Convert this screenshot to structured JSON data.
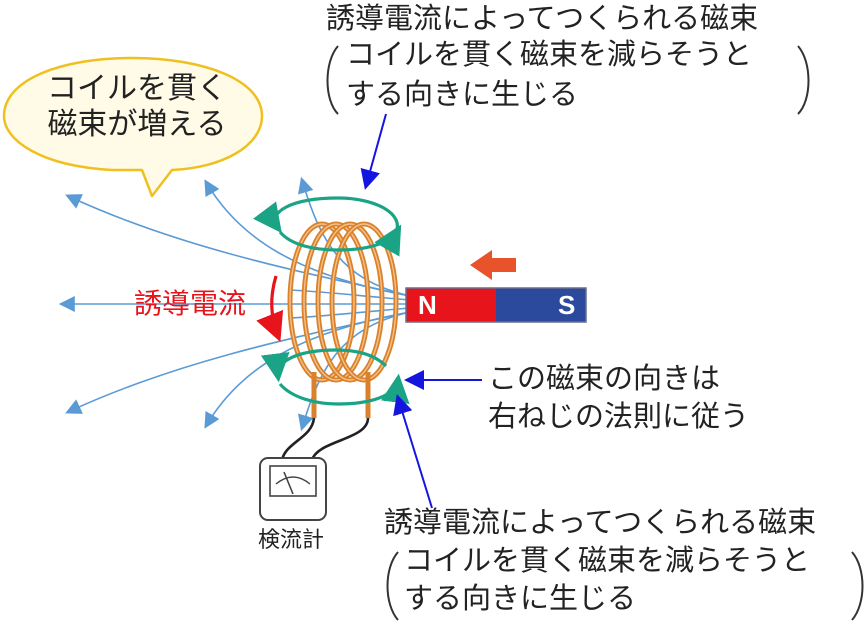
{
  "speech_bubble": {
    "line1": "コイルを貫く",
    "line2": "磁束が増える"
  },
  "top_annotation": {
    "line1": "誘導電流によってつくられる磁束",
    "line2": "コイルを貫く磁束を減らそうと",
    "line3": "する向きに生じる"
  },
  "right_annotation": {
    "line1": "この磁束の向きは",
    "line2": "右ねじの法則に従う"
  },
  "bottom_annotation": {
    "line1": "誘導電流によってつくられる磁束",
    "line2": "コイルを貫く磁束を減らそうと",
    "line3": "する向きに生じる"
  },
  "induced_current_label": "誘導電流",
  "galvanometer_label": "検流計",
  "magnet": {
    "north_label": "N",
    "south_label": "S"
  },
  "colors": {
    "field_lines": "#5b9bd5",
    "coil": "#d9822b",
    "flux_loops": "#1aa384",
    "annotation_arrows": "#1515e0",
    "induced_current": "#e8141b",
    "magnet_north": "#e8141b",
    "magnet_south": "#2b4a9e",
    "motion_arrow": "#e8532b",
    "bubble_fill": "#fffbe6",
    "bubble_border": "#f0c020"
  }
}
